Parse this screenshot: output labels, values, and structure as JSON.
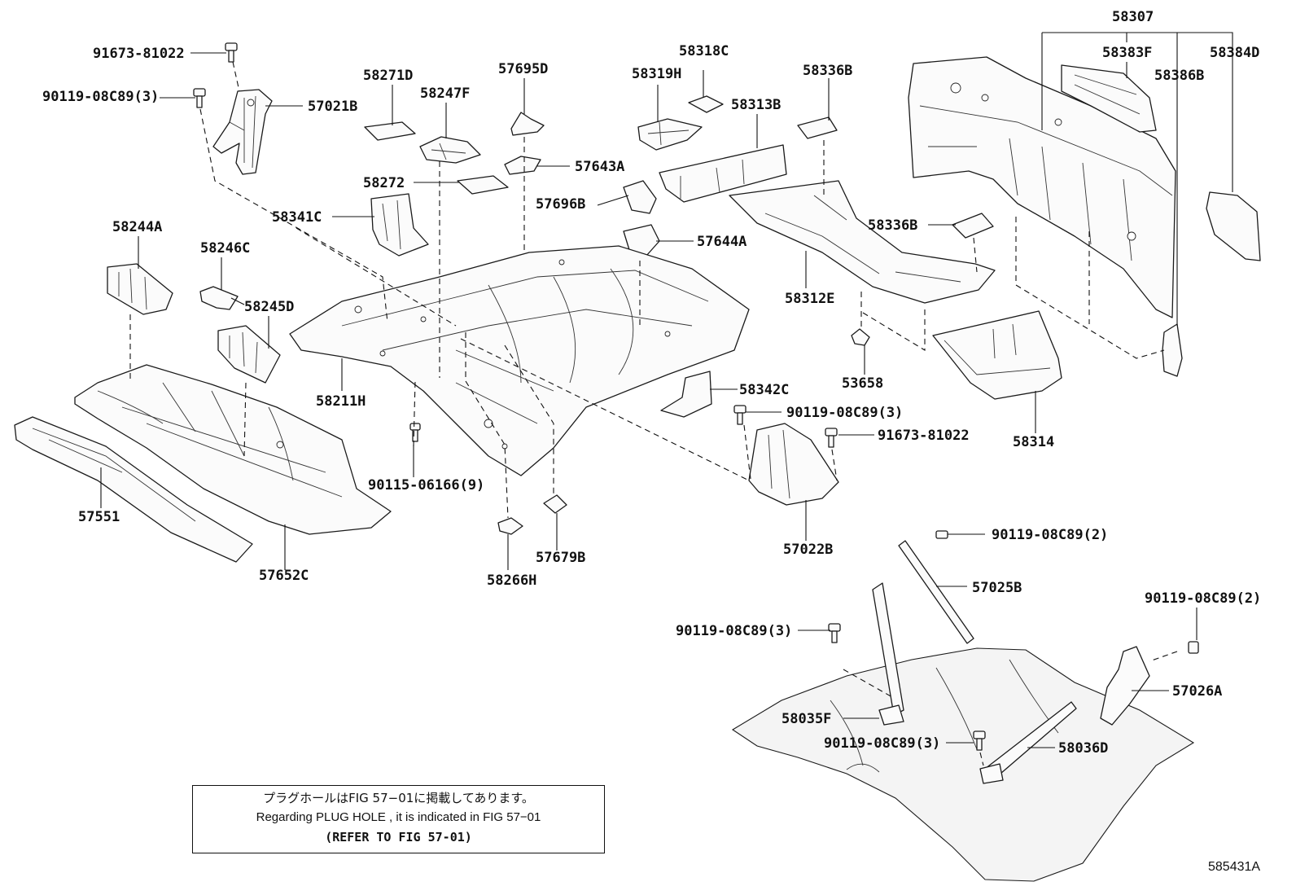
{
  "labels": {
    "p58307": "58307",
    "p91673_81022_a": "91673-81022",
    "p58318C": "58318C",
    "p58336B_a": "58336B",
    "p58383F": "58383F",
    "p58384D": "58384D",
    "p57695D": "57695D",
    "p58319H": "58319H",
    "p58386B": "58386B",
    "p90119_08C89_3_a": "90119-08C89(3)",
    "p58271D": "58271D",
    "p58247F": "58247F",
    "p58313B": "58313B",
    "p57021B": "57021B",
    "p57643A": "57643A",
    "p58272": "58272",
    "p57696B": "57696B",
    "p58341C": "58341C",
    "p58244A": "58244A",
    "p58336B_b": "58336B",
    "p57644A": "57644A",
    "p58246C": "58246C",
    "p58245D": "58245D",
    "p58312E": "58312E",
    "p58342C": "58342C",
    "p53658": "53658",
    "p58211H": "58211H",
    "p90119_08C89_3_b": "90119-08C89(3)",
    "p91673_81022_b": "91673-81022",
    "p58314": "58314",
    "p90115_06166_9": "90115-06166(9)",
    "p57551": "57551",
    "p57022B": "57022B",
    "p90119_08C89_2_a": "90119-08C89(2)",
    "p57652C": "57652C",
    "p57679B": "57679B",
    "p58266H": "58266H",
    "p57025B": "57025B",
    "p90119_08C89_2_b": "90119-08C89(2)",
    "p90119_08C89_3_c": "90119-08C89(3)",
    "p57026A": "57026A",
    "p58035F": "58035F",
    "p90119_08C89_3_d": "90119-08C89(3)",
    "p58036D": "58036D"
  },
  "note": {
    "japanese": "プラグホールはFIG 57−01に掲載してあります。",
    "english": "Regarding PLUG HOLE , it is indicated in FIG 57−01",
    "reference": "(REFER TO FIG 57-01)"
  },
  "diagram_code": "585431A"
}
